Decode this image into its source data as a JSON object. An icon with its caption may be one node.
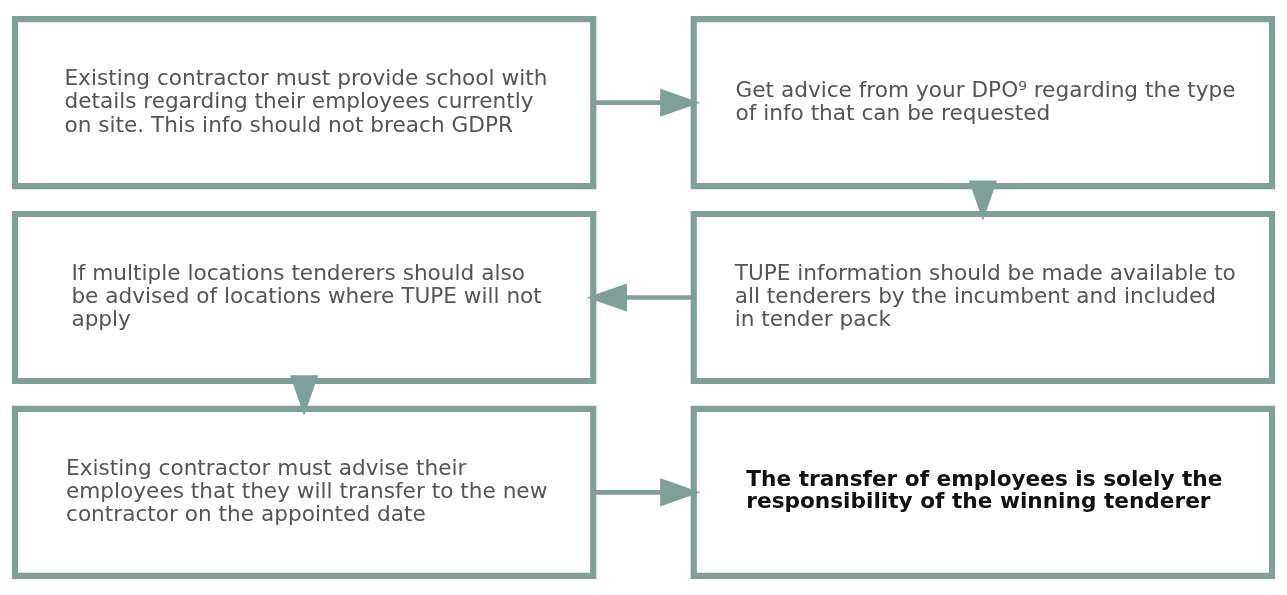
{
  "diagram": {
    "nodes": [
      {
        "text": [
          "Existing contractor must provide school with details regarding their employees currently on site. This info should not breach GDPR"
        ]
      },
      {
        "text": [
          "Get advice from your DPO⁹ regarding the type of info that can be requested"
        ]
      },
      {
        "text": [
          "If multiple locations tenderers should also be advised of locations where TUPE will not apply"
        ]
      },
      {
        "text": [
          "TUPE information should be made available to all tenderers by the incumbent and included in tender pack"
        ]
      },
      {
        "text": [
          "Existing contractor must advise their employees that they will transfer to the new contractor on the appointed date"
        ]
      },
      {
        "text": [
          "The transfer of employees is solely the responsibility of the winning tenderer"
        ]
      }
    ],
    "edges": [
      {
        "from": 0,
        "to": 1,
        "arrow": "to"
      },
      {
        "from": 1,
        "to": 3,
        "arrow": "to"
      },
      {
        "from": 3,
        "to": 2,
        "arrow": "to"
      },
      {
        "from": 2,
        "to": 4,
        "arrow": "to"
      },
      {
        "from": 4,
        "to": 5,
        "arrow": "to"
      }
    ]
  }
}
